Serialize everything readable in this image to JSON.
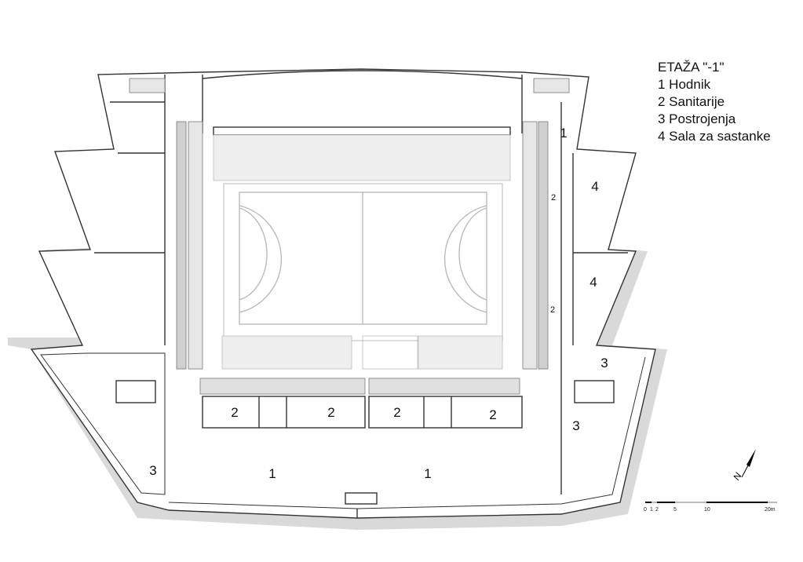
{
  "legend": {
    "title": "ETAŽA \"-1\"",
    "items": [
      "1 Hodnik",
      "2 Sanitarije",
      "3 Postrojenja",
      "4 Sala za sastanke"
    ]
  },
  "room_labels": [
    {
      "text": "1"
    },
    {
      "text": "4"
    },
    {
      "text": "2"
    },
    {
      "text": "4"
    },
    {
      "text": "2"
    },
    {
      "text": "3"
    },
    {
      "text": "3"
    },
    {
      "text": "2"
    },
    {
      "text": "2"
    },
    {
      "text": "2"
    },
    {
      "text": "2"
    },
    {
      "text": "1"
    },
    {
      "text": "1"
    },
    {
      "text": "3"
    }
  ],
  "scale_bar": {
    "ticks": [
      "0",
      "1",
      "2",
      "5",
      "10",
      "20m"
    ]
  },
  "north_arrow": {
    "label": "N"
  },
  "colors": {
    "line": "#333333",
    "shadow": "#d9d9d9",
    "stand": "#cfcfcf"
  }
}
